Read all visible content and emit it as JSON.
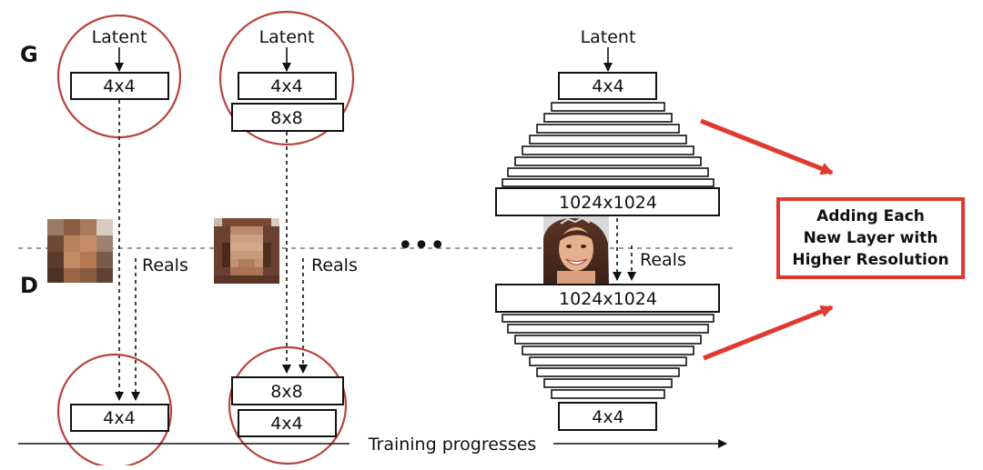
{
  "labels": {
    "generator": "G",
    "discriminator": "D",
    "latent": "Latent",
    "reals": "Reals",
    "ellipsis": "•••",
    "training": "Training progresses",
    "callout": "Adding Each\nNew Layer with\nHigher Resolution"
  },
  "stages": [
    {
      "g_blocks": [
        "4x4"
      ],
      "d_blocks": [
        "4x4"
      ]
    },
    {
      "g_blocks": [
        "4x4",
        "8x8"
      ],
      "d_blocks": [
        "8x8",
        "4x4"
      ]
    },
    {
      "g_blocks": [
        "4x4",
        "1024x1024"
      ],
      "d_blocks": [
        "1024x1024",
        "4x4"
      ]
    }
  ],
  "colors": {
    "ring": "#b9423c",
    "callout_border": "#e03a30",
    "arrow": "#e03a30",
    "separator": "#7a7a7a"
  },
  "images": [
    "blurred-face-4x4",
    "blurred-face-8x8",
    "face-photo-1024x1024"
  ]
}
